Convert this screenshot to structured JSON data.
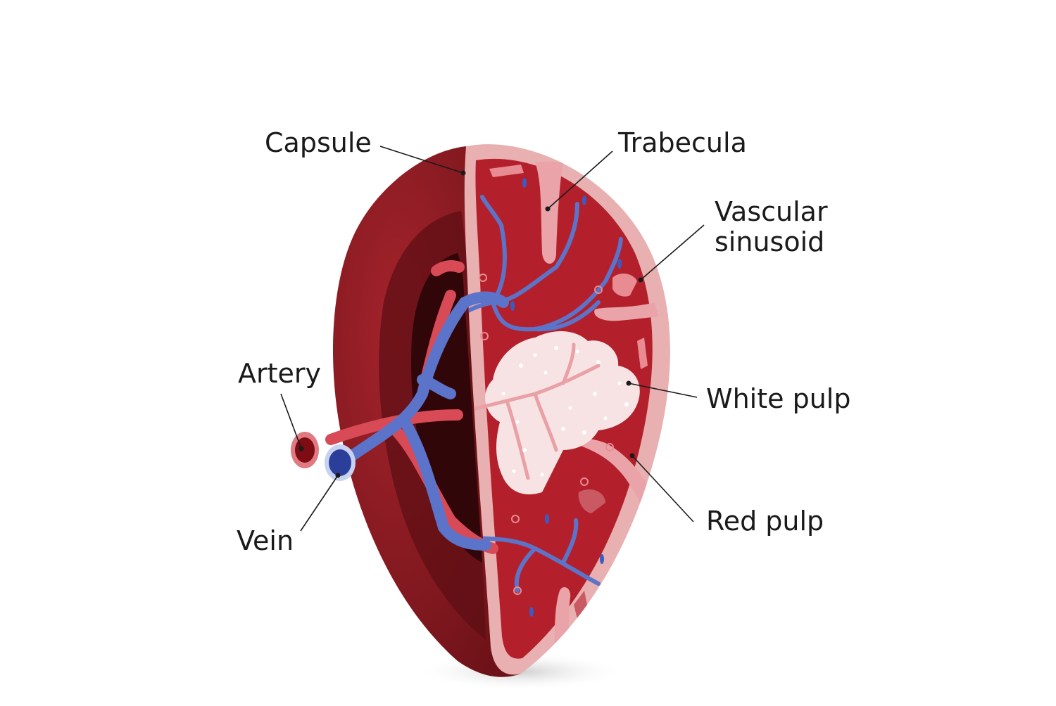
{
  "diagram": {
    "labels": {
      "capsule": "Capsule",
      "trabecula": "Trabecula",
      "vascular_line1": "Vascular",
      "vascular_line2": "sinusoid",
      "artery": "Artery",
      "white_pulp": "White pulp",
      "vein": "Vein",
      "red_pulp": "Red pulp"
    },
    "colors": {
      "outer_surface": "#8e1b22",
      "outer_dark": "#5d0f14",
      "capsule": "#e8b0b0",
      "red_pulp": "#b3202b",
      "trabecula": "#eaa3a8",
      "artery": "#d84a55",
      "vein": "#5b74c9",
      "white_pulp": "#f7e3e3",
      "leader_line": "#1a1a1a"
    }
  }
}
